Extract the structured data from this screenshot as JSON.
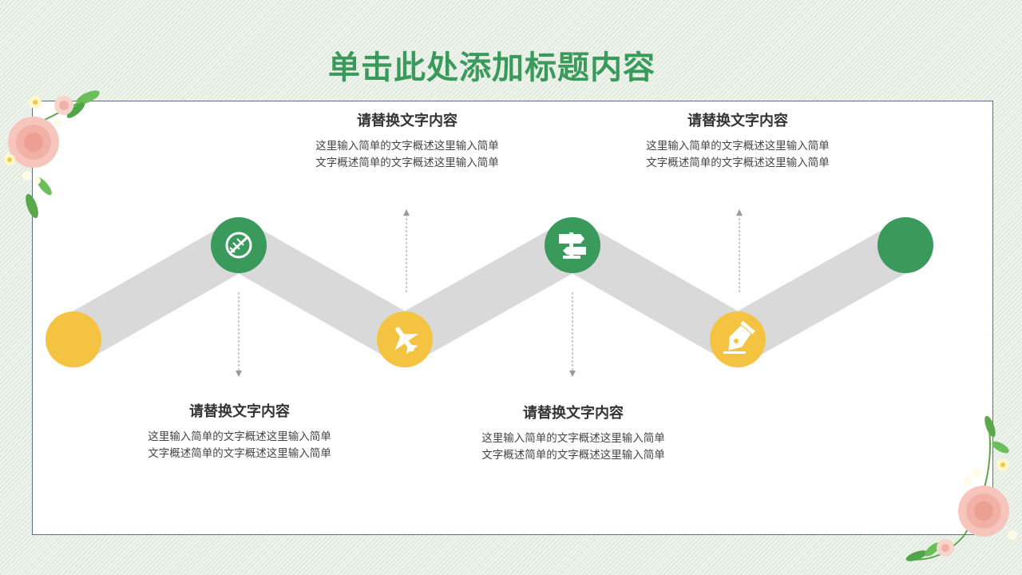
{
  "slide": {
    "title": "单击此处添加标题内容"
  },
  "colors": {
    "green": "#3a9a5c",
    "yellow": "#f5c342",
    "track": "#d9d9d9"
  },
  "items": [
    {
      "heading": "请替换文字内容",
      "line1": "这里输入简单的文字概述这里输入简单",
      "line2": "文字概述简单的文字概述这里输入简单",
      "icon": "compass-icon",
      "color": "green"
    },
    {
      "heading": "请替换文字内容",
      "line1": "这里输入简单的文字概述这里输入简单",
      "line2": "文字概述简单的文字概述这里输入简单",
      "icon": "airplane-icon",
      "color": "yellow"
    },
    {
      "heading": "请替换文字内容",
      "line1": "这里输入简单的文字概述这里输入简单",
      "line2": "文字概述简单的文字概述这里输入简单",
      "icon": "signpost-icon",
      "color": "green"
    },
    {
      "heading": "请替换文字内容",
      "line1": "这里输入简单的文字概述这里输入简单",
      "line2": "文字概述简单的文字概述这里输入简单",
      "icon": "pen-nib-icon",
      "color": "yellow"
    }
  ]
}
